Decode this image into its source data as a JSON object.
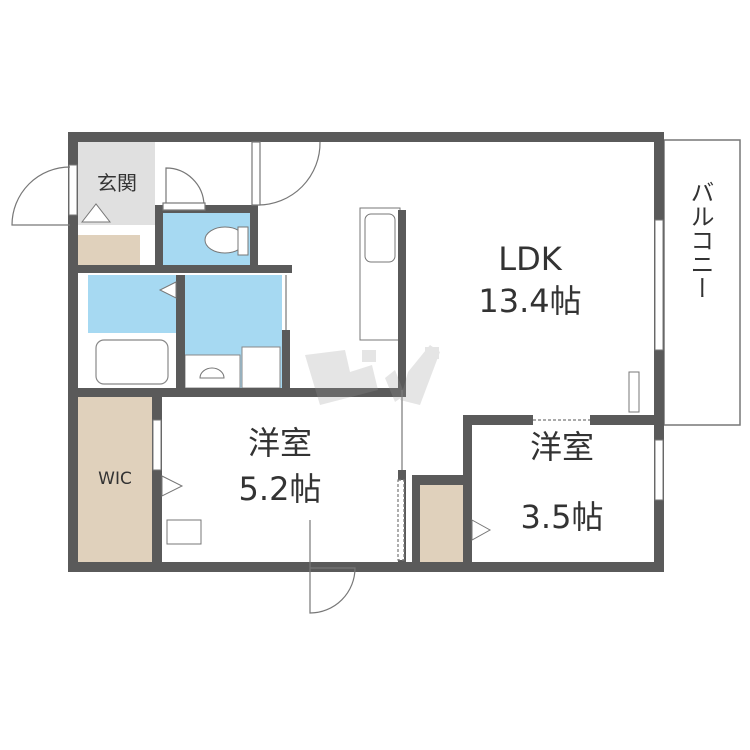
{
  "rooms": {
    "entrance": "玄関",
    "ldk": "LDK",
    "ldk_size": "13.4帖",
    "western1": "洋室",
    "western1_size": "5.2帖",
    "western2": "洋室",
    "western2_size": "3.5帖",
    "wic": "WIC",
    "balcony": "バルコニー"
  },
  "watermark": "ビッグ",
  "colors": {
    "wall": "#5a5a5a",
    "wet_area": "#a6d9f2",
    "storage": "#e0d1bc",
    "entrance": "#e0e0e0"
  }
}
